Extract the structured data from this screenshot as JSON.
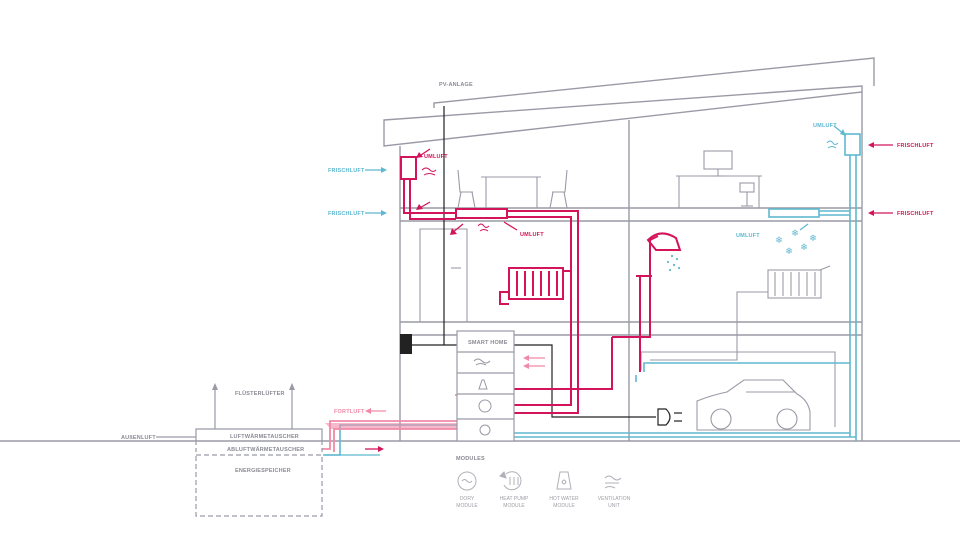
{
  "colors": {
    "structure": "#9a9aa6",
    "warm_air": "#d4145a",
    "fresh_air": "#5fb8cf",
    "exhaust": "#f08aa8",
    "cable": "#222222"
  },
  "labels": {
    "pv": "PV-ANLAGE",
    "umluft_top": "UMLUFT",
    "umluft_mid": "UMLUFT",
    "umluft_right_top": "UMLUFT",
    "umluft_right_mid": "UMLUFT",
    "frischluft_left_top": "FRISCHLUFT",
    "frischluft_left_mid": "FRISCHLUFT",
    "frischluft_right_top": "FRISCHLUFT",
    "frischluft_right_mid": "FRISCHLUFT",
    "smart_home": "SMART HOME",
    "fortluft": "FORTLUFT",
    "aussenluft": "AUßENLUFT",
    "fluesterluefter": "FLÜSTERLÜFTER",
    "luftwaermetauscher": "LUFTWÄRMETAUSCHER",
    "abluftwaermetauscher": "ABLUFTWÄRMETAUSCHER",
    "energiespeicher": "ENERGIESPEICHER"
  },
  "modules": {
    "title": "MODULES",
    "items": [
      {
        "line1": "DORY",
        "line2": "MODULE",
        "icon": "dory-module-icon"
      },
      {
        "line1": "HEAT PUMP",
        "line2": "MODULE",
        "icon": "heat-pump-icon"
      },
      {
        "line1": "HOT WATER",
        "line2": "MODULE",
        "icon": "hot-water-icon"
      },
      {
        "line1": "VENTILATION",
        "line2": "UNIT",
        "icon": "ventilation-icon"
      }
    ]
  }
}
